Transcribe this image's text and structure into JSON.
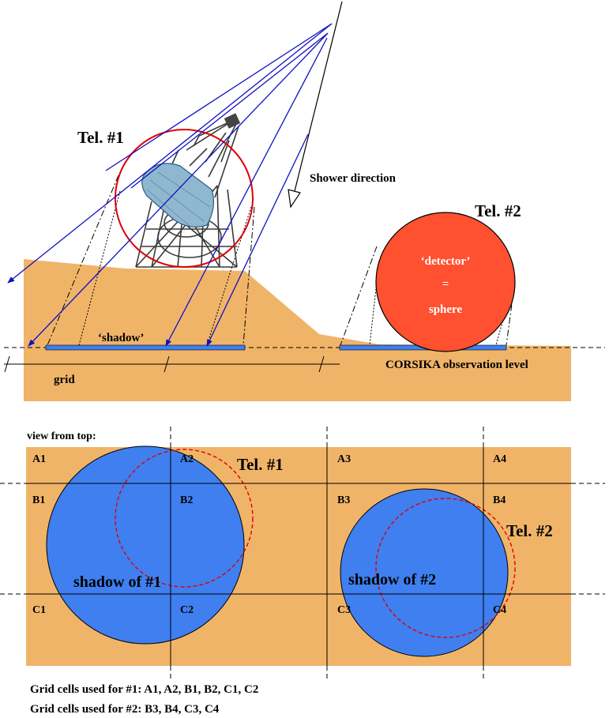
{
  "side_view": {
    "tel1_label": "Tel. #1",
    "tel2_label": "Tel. #2",
    "shower_direction": "Shower direction",
    "detector_line1": "‘detector’",
    "detector_line2": "=",
    "detector_line3": "sphere",
    "shadow_label": "‘shadow’",
    "grid_label": "grid",
    "observation_level": "CORSIKA observation level"
  },
  "top_view": {
    "heading": "view from top:",
    "cells": [
      "A1",
      "A2",
      "A3",
      "A4",
      "B1",
      "B2",
      "B3",
      "B4",
      "C1",
      "C2",
      "C3",
      "C4"
    ],
    "tel1_label": "Tel. #1",
    "tel2_label": "Tel. #2",
    "shadow1_label": "shadow of #1",
    "shadow2_label": "shadow of #2"
  },
  "captions": {
    "line1": "Grid cells used for #1: A1, A2, B1, B2, C1, C2",
    "line2": "Grid cells used for #2: B3, B4, C3, C4"
  },
  "colors": {
    "ground": "#f0b469",
    "shadow_blue": "#3f7ff0",
    "detector_sphere": "#ff5030",
    "circle_red": "#e00000",
    "ray_blue": "#1010c0"
  }
}
